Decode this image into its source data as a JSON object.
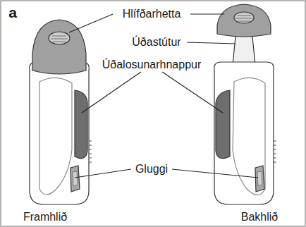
{
  "diagram": {
    "labels": [
      "a",
      "Hlífðarhetta",
      "Úðastútur",
      "Úðalosunarhnappur",
      "Gluggi",
      "Framhlið",
      "Bakhlið"
    ]
  }
}
